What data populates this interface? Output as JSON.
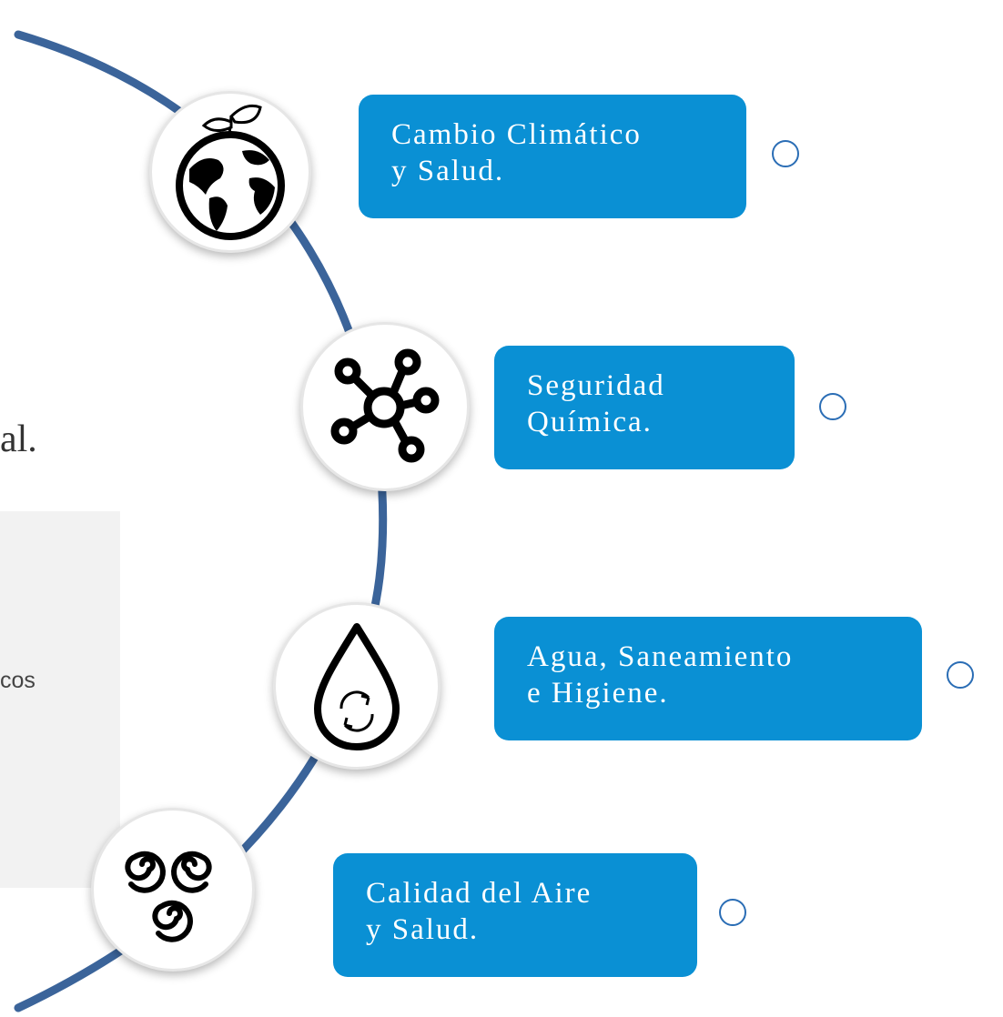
{
  "cut_title": "al.",
  "cut_body": "cos",
  "colors": {
    "arc": "#3b649a",
    "card": "#0a90d4",
    "panel": "#f2f2f2"
  },
  "items": [
    {
      "icon": "earth-plant-icon",
      "lines": [
        "Cambio Climático",
        "y Salud."
      ]
    },
    {
      "icon": "molecule-icon",
      "lines": [
        "Seguridad",
        "Química."
      ]
    },
    {
      "icon": "water-drop-icon",
      "lines": [
        "Agua, Saneamiento",
        "e Higiene."
      ]
    },
    {
      "icon": "air-swirl-icon",
      "lines": [
        "Calidad del Aire",
        "y Salud."
      ]
    }
  ]
}
